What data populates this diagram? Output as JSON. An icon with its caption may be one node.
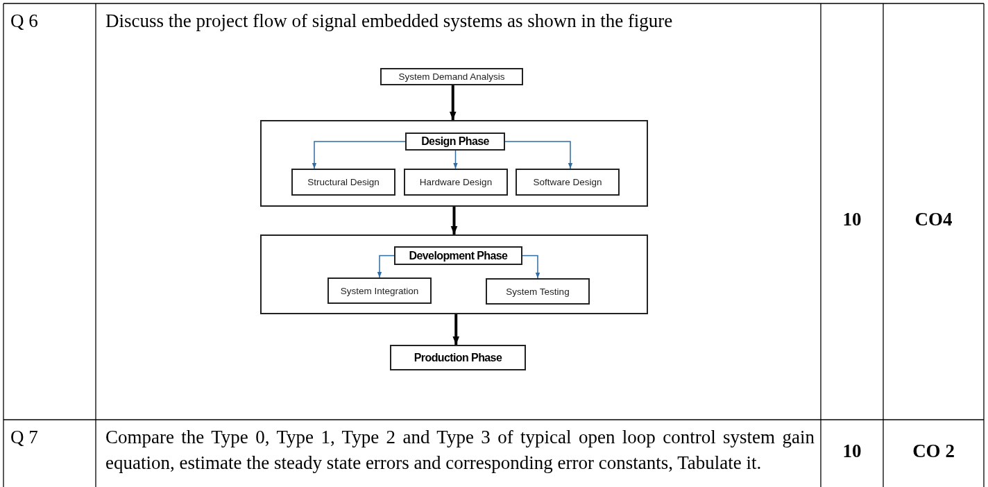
{
  "diagram": {
    "nodes": [
      {
        "text": [
          "System Demand Analysis"
        ]
      },
      {
        "text": [],
        "shape": "box"
      },
      {
        "text": [
          "Design Phase"
        ],
        "in": 1
      },
      {
        "text": [
          "Structural Design"
        ],
        "in": 1
      },
      {
        "text": [
          "Hardware Design"
        ],
        "in": 1
      },
      {
        "text": [
          "Software Design"
        ],
        "in": 1
      },
      {
        "text": [],
        "shape": "box"
      },
      {
        "text": [
          "Development Phase"
        ],
        "in": 6
      },
      {
        "text": [
          "System Integration"
        ],
        "in": 6
      },
      {
        "text": [
          "System Testing"
        ],
        "in": 6
      },
      {
        "text": [
          "Production Phase"
        ]
      }
    ],
    "edges": [
      {
        "from": 0,
        "to": 1,
        "arrow": "to",
        "style": "thick",
        "color": "#000000"
      },
      {
        "from": 2,
        "to": 3,
        "arrow": "to"
      },
      {
        "from": 2,
        "to": 4,
        "arrow": "to"
      },
      {
        "from": 2,
        "to": 5,
        "arrow": "to"
      },
      {
        "from": 1,
        "to": 6,
        "arrow": "to",
        "style": "thick",
        "color": "#000000"
      },
      {
        "from": 7,
        "to": 8,
        "arrow": "to"
      },
      {
        "from": 7,
        "to": 9,
        "arrow": "to"
      },
      {
        "from": 6,
        "to": 10,
        "arrow": "to",
        "style": "thick",
        "color": "#000000"
      }
    ],
    "labels": [
      "Q 6",
      "Discuss the project flow of signal embedded systems as shown in the figure",
      "10",
      "CO4",
      "Q 7",
      "Compare the Type 0, Type 1, Type 2 and Type 3 of typical open loop control system gain equation, estimate the steady state errors and corresponding error constants, Tabulate it.",
      "10",
      "CO 2"
    ]
  }
}
